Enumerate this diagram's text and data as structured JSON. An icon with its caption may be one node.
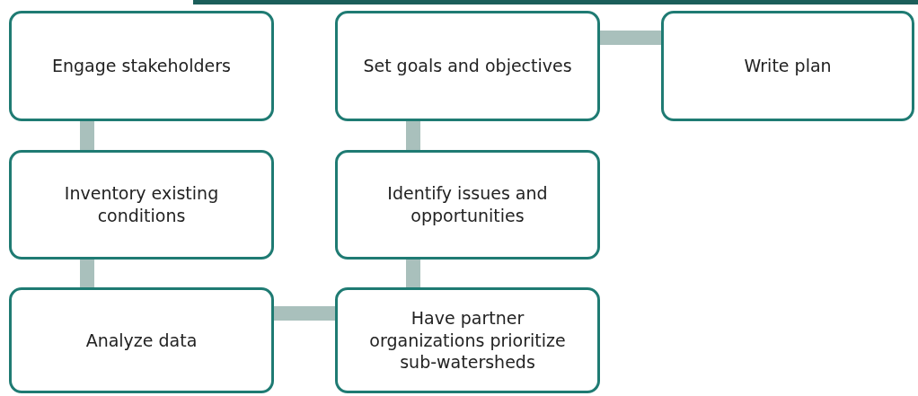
{
  "diagram": {
    "nodes": [
      {
        "text": [
          "Engage stakeholders"
        ]
      },
      {
        "text": [
          "Inventory existing conditions"
        ]
      },
      {
        "text": [
          "Analyze data"
        ]
      },
      {
        "text": [
          "Have partner organizations prioritize sub-watersheds"
        ]
      },
      {
        "text": [
          "Identify issues and opportunities"
        ]
      },
      {
        "text": [
          "Set goals and objectives"
        ]
      },
      {
        "text": [
          "Write plan"
        ]
      }
    ],
    "edges": [
      {
        "from": 0,
        "to": 1,
        "arrow": "none"
      },
      {
        "from": 1,
        "to": 2,
        "arrow": "none"
      },
      {
        "from": 2,
        "to": 3,
        "arrow": "none"
      },
      {
        "from": 3,
        "to": 4,
        "arrow": "none"
      },
      {
        "from": 4,
        "to": 5,
        "arrow": "none"
      },
      {
        "from": 5,
        "to": 6,
        "arrow": "none"
      }
    ]
  }
}
